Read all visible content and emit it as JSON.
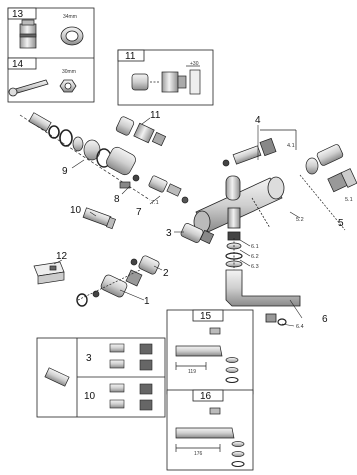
{
  "callouts": {
    "c1": "1",
    "c2": "2",
    "c3": "3",
    "c4": "4",
    "c41": "4.1",
    "c5": "5",
    "c51": "5.1",
    "c52": "5.2",
    "c6": "6",
    "c61": "6.1",
    "c62": "6.2",
    "c63": "6.3",
    "c64": "6.4",
    "c7": "7",
    "c71": "7.1",
    "c8": "8",
    "c9": "9",
    "c10": "10",
    "c11": "11",
    "c12": "12",
    "c13": "13",
    "c14": "14",
    "c15": "15",
    "c16": "16"
  },
  "box13": {
    "label": "13",
    "dim": "34mm"
  },
  "box14": {
    "label": "14",
    "dim": "30mm"
  },
  "box11": {
    "label": "11",
    "dim": "+30"
  },
  "kit_box": {
    "row_a": "3",
    "row_b": "10"
  },
  "box15": {
    "label": "15",
    "dim": "119"
  },
  "box16": {
    "label": "16",
    "dim": "176"
  },
  "colors": {
    "line": "#222222",
    "metal": "#d9d9d9",
    "dark": "#555555",
    "rubber": "#111111"
  }
}
